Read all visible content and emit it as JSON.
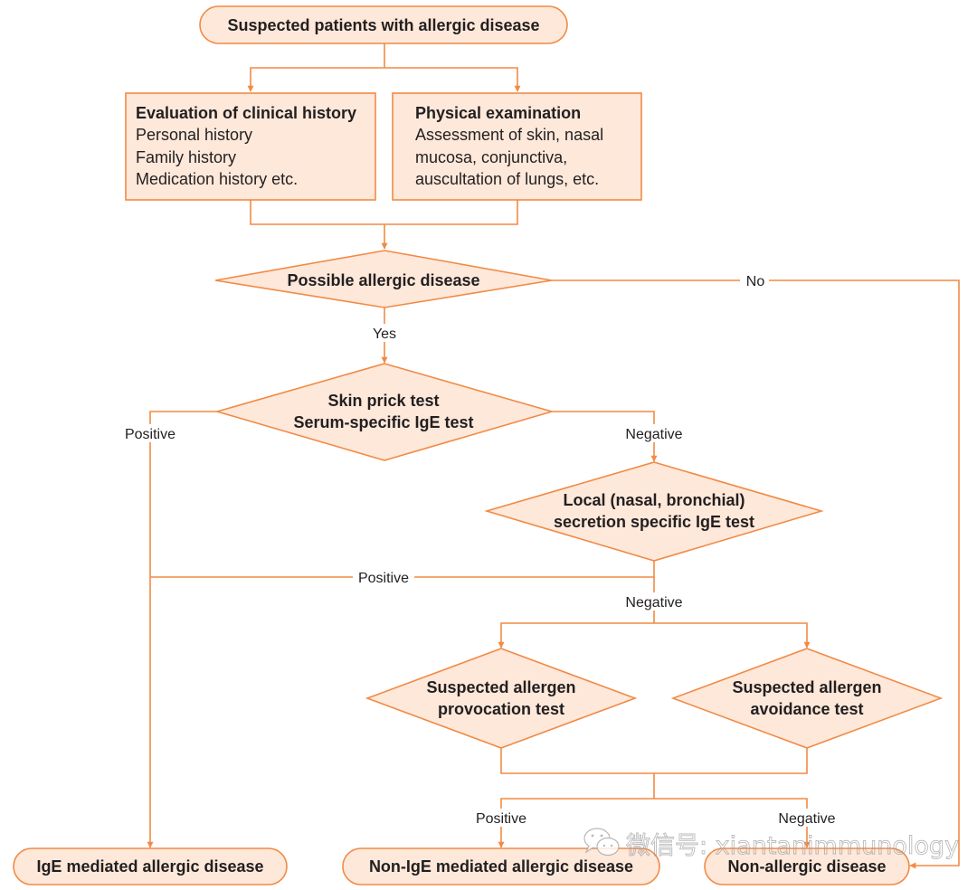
{
  "colors": {
    "stroke": "#f28a44",
    "fill": "#fde8da",
    "text": "#231f20",
    "label_bg": "#ffffff"
  },
  "nodes": {
    "start": {
      "lines": [
        "Suspected patients with allergic disease"
      ]
    },
    "history": {
      "title": "Evaluation of clinical history",
      "lines": [
        "Personal history",
        "Family history",
        "Medication history etc."
      ]
    },
    "physical": {
      "title": "Physical examination",
      "lines": [
        "Assessment of skin, nasal",
        "mucosa, conjunctiva,",
        "auscultation of lungs, etc."
      ]
    },
    "possible": {
      "lines": [
        "Possible allergic disease"
      ]
    },
    "skin_test": {
      "lines": [
        "Skin prick test",
        "Serum-specific IgE test"
      ]
    },
    "local_test": {
      "lines": [
        "Local (nasal, bronchial)",
        "secretion specific IgE test"
      ]
    },
    "provocation": {
      "lines": [
        "Suspected allergen",
        "provocation test"
      ]
    },
    "avoidance": {
      "lines": [
        "Suspected allergen",
        "avoidance test"
      ]
    },
    "ige_mediated": {
      "lines": [
        "IgE mediated allergic disease"
      ]
    },
    "non_ige": {
      "lines": [
        "Non-IgE mediated allergic disease"
      ]
    },
    "non_allergic": {
      "lines": [
        "Non-allergic disease"
      ]
    }
  },
  "edge_labels": {
    "no": "No",
    "yes": "Yes",
    "skin_positive": "Positive",
    "skin_negative": "Negative",
    "local_positive": "Positive",
    "local_negative": "Negative",
    "final_positive": "Positive",
    "final_negative": "Negative"
  },
  "watermark": {
    "icon": "wechat-icon",
    "text": "微信号: xiantanimmunology"
  }
}
